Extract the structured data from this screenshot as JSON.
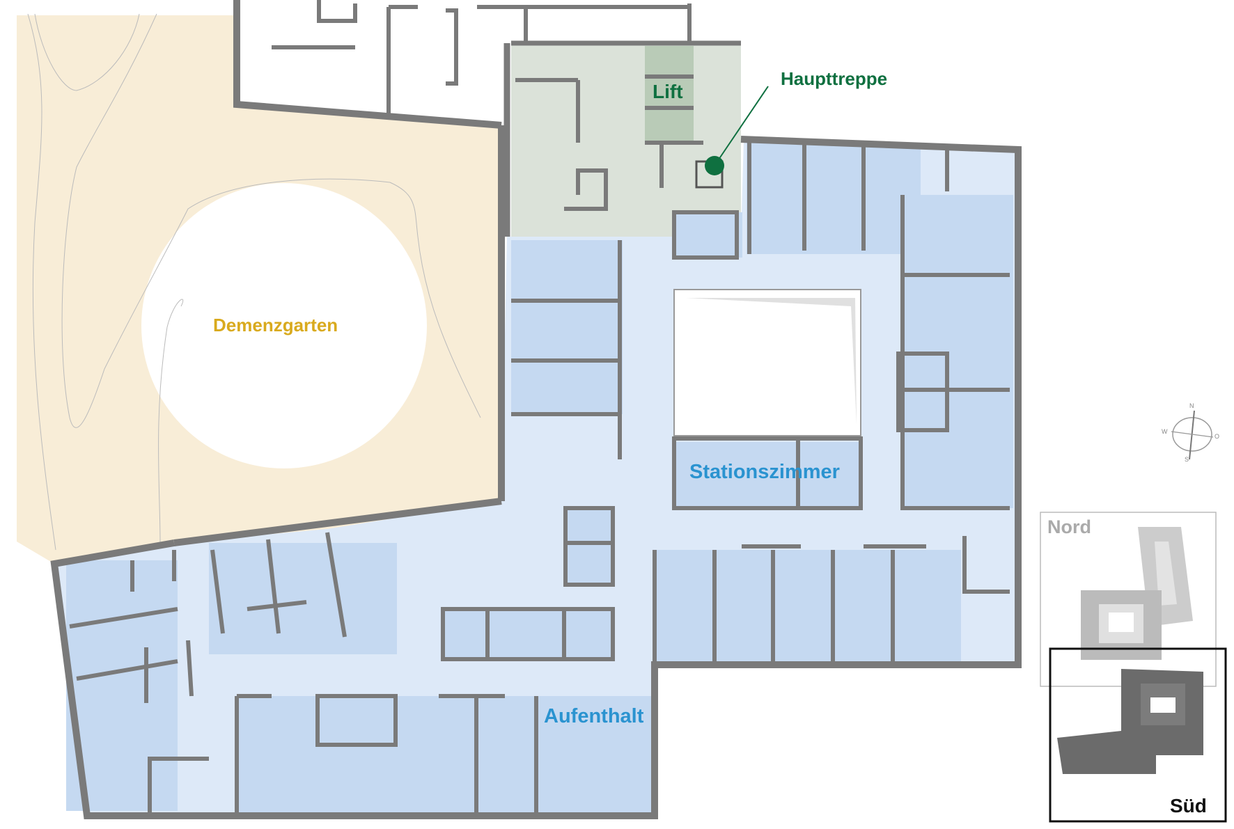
{
  "plan": {
    "labels": {
      "garden": "Demenzgarten",
      "lift": "Lift",
      "main_stair": "Haupttreppe",
      "nurse_station": "Stationszimmer",
      "lounge": "Aufenthalt"
    },
    "colors": {
      "garden_fill": "#f8edd7",
      "room_fill": "#c5d9f1",
      "corridor_fill": "#dde9f8",
      "core_fill": "#dbe2d9",
      "lift_fill": "#b9cbb7",
      "wall": "#7a7a7a",
      "green_accent": "#0f7040",
      "blue_accent": "#2a93d0",
      "garden_accent": "#d9aa1e"
    }
  },
  "compass": {
    "n": "N",
    "s": "S",
    "w": "W",
    "o": "O"
  },
  "key_plan": {
    "nord": "Nord",
    "sued": "Süd"
  }
}
